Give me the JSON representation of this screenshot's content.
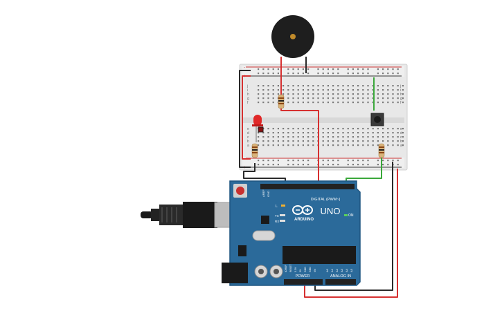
{
  "board": {
    "brand": "ARDUINO",
    "model": "UNO",
    "digital_label": "DIGITAL (PWM~)",
    "power_label": "POWER",
    "analog_label": "ANALOG IN",
    "on_label": "ON",
    "l_label": "L",
    "tx_label": "TX",
    "rx_label": "RX",
    "aref_label": "AREF",
    "gnd_label": "GND",
    "analog_pins": [
      "A0",
      "A1",
      "A2",
      "A3",
      "A4",
      "A5"
    ],
    "power_pins": [
      "IOREF",
      "RESET",
      "3.3V",
      "5V",
      "GND",
      "GND",
      "Vin"
    ]
  },
  "breadboard": {
    "row_letters_top": [
      "j",
      "i",
      "h",
      "g",
      "f"
    ],
    "row_letters_bottom": [
      "e",
      "d",
      "c",
      "b",
      "a"
    ],
    "rail_plus": "+",
    "rail_minus": "-"
  },
  "colors": {
    "board": "#2b6a9a",
    "board_edge": "#1f5580",
    "breadboard": "#e6e6e6",
    "wire_red": "#d63030",
    "wire_black": "#2a2a2a",
    "wire_green": "#3aa83a",
    "buzzer": "#1e1e1e",
    "buzzer_center": "#c08a2a",
    "led_red": "#e02828"
  }
}
